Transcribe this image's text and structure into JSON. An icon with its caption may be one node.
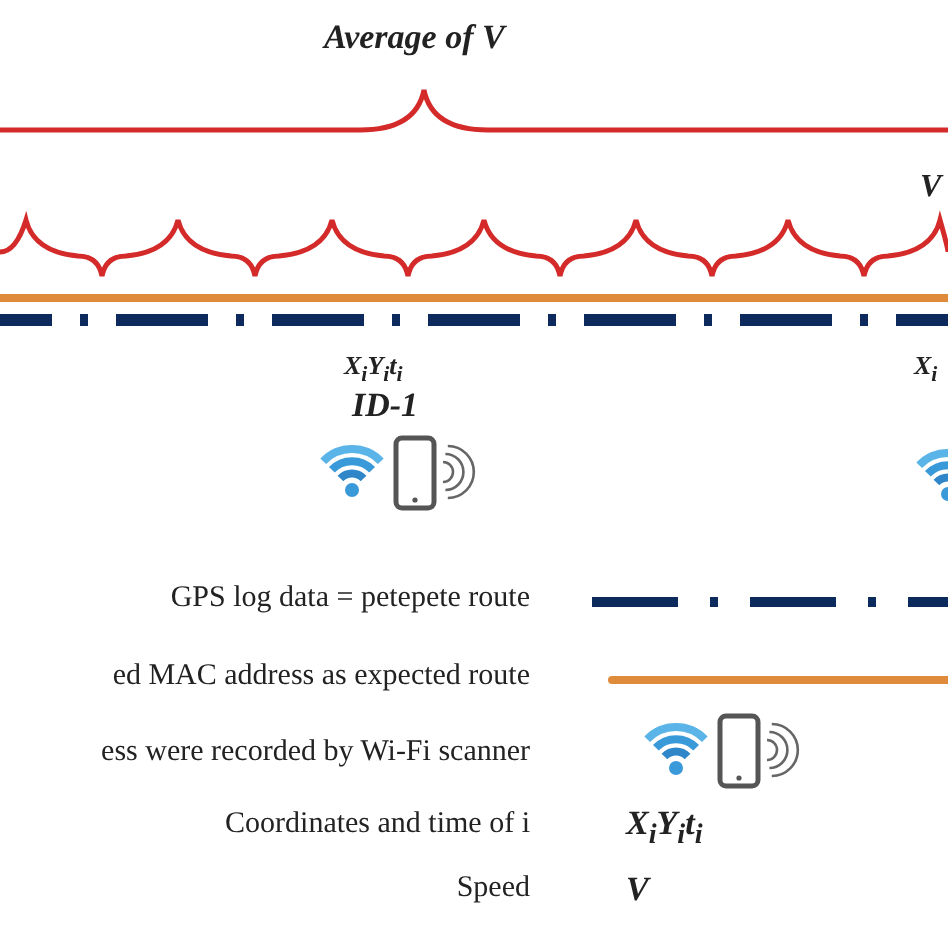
{
  "diagram": {
    "labels": [
      "Average of V",
      "V",
      "X$_{i}$Y$_{i}$t$_{i}$",
      "ID-1",
      "X$_{i}$",
      "X$_{i}$Y$_{i}$t$_{i}$",
      "V"
    ],
    "legend": [
      {
        "text": "GPS log data = petepete route"
      },
      {
        "text": "ed MAC address as expected route"
      },
      {
        "text": "ess were recorded by Wi-Fi scanner"
      },
      {
        "text": "Coordinates and time of i"
      },
      {
        "text": "Speed"
      }
    ]
  }
}
